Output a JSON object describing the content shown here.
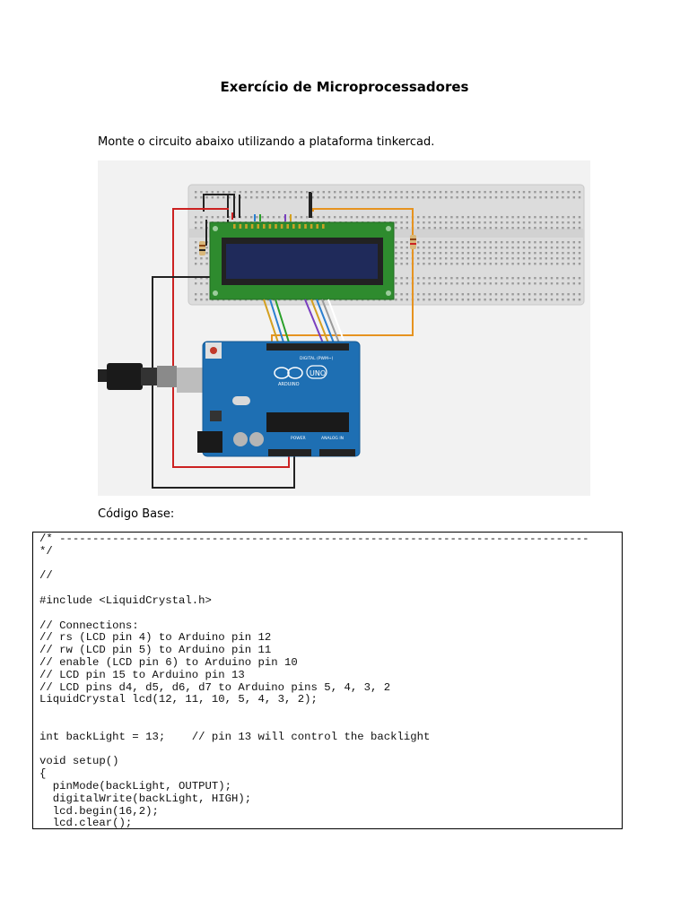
{
  "document": {
    "title": "Exercício de Microprocessadores",
    "instruction": "Monte o circuito abaixo utilizando a plataforma tinkercad.",
    "code_label": "Código Base:"
  },
  "figure": {
    "board_name": "ARDUINO",
    "board_model": "UNO",
    "digital_header_label": "DIGITAL (PWM~)",
    "power_label": "POWER",
    "analog_label": "ANALOG IN"
  },
  "code": [
    "/* --------------------------------------------------------------------------------",
    "*/",
    "",
    "//",
    "",
    "#include <LiquidCrystal.h>",
    "",
    "// Connections:",
    "// rs (LCD pin 4) to Arduino pin 12",
    "// rw (LCD pin 5) to Arduino pin 11",
    "// enable (LCD pin 6) to Arduino pin 10",
    "// LCD pin 15 to Arduino pin 13",
    "// LCD pins d4, d5, d6, d7 to Arduino pins 5, 4, 3, 2",
    "LiquidCrystal lcd(12, 11, 10, 5, 4, 3, 2);",
    "",
    "",
    "int backLight = 13;    // pin 13 will control the backlight",
    "",
    "void setup()",
    "{",
    "  pinMode(backLight, OUTPUT);",
    "  digitalWrite(backLight, HIGH);",
    "  lcd.begin(16,2);",
    "  lcd.clear();"
  ]
}
